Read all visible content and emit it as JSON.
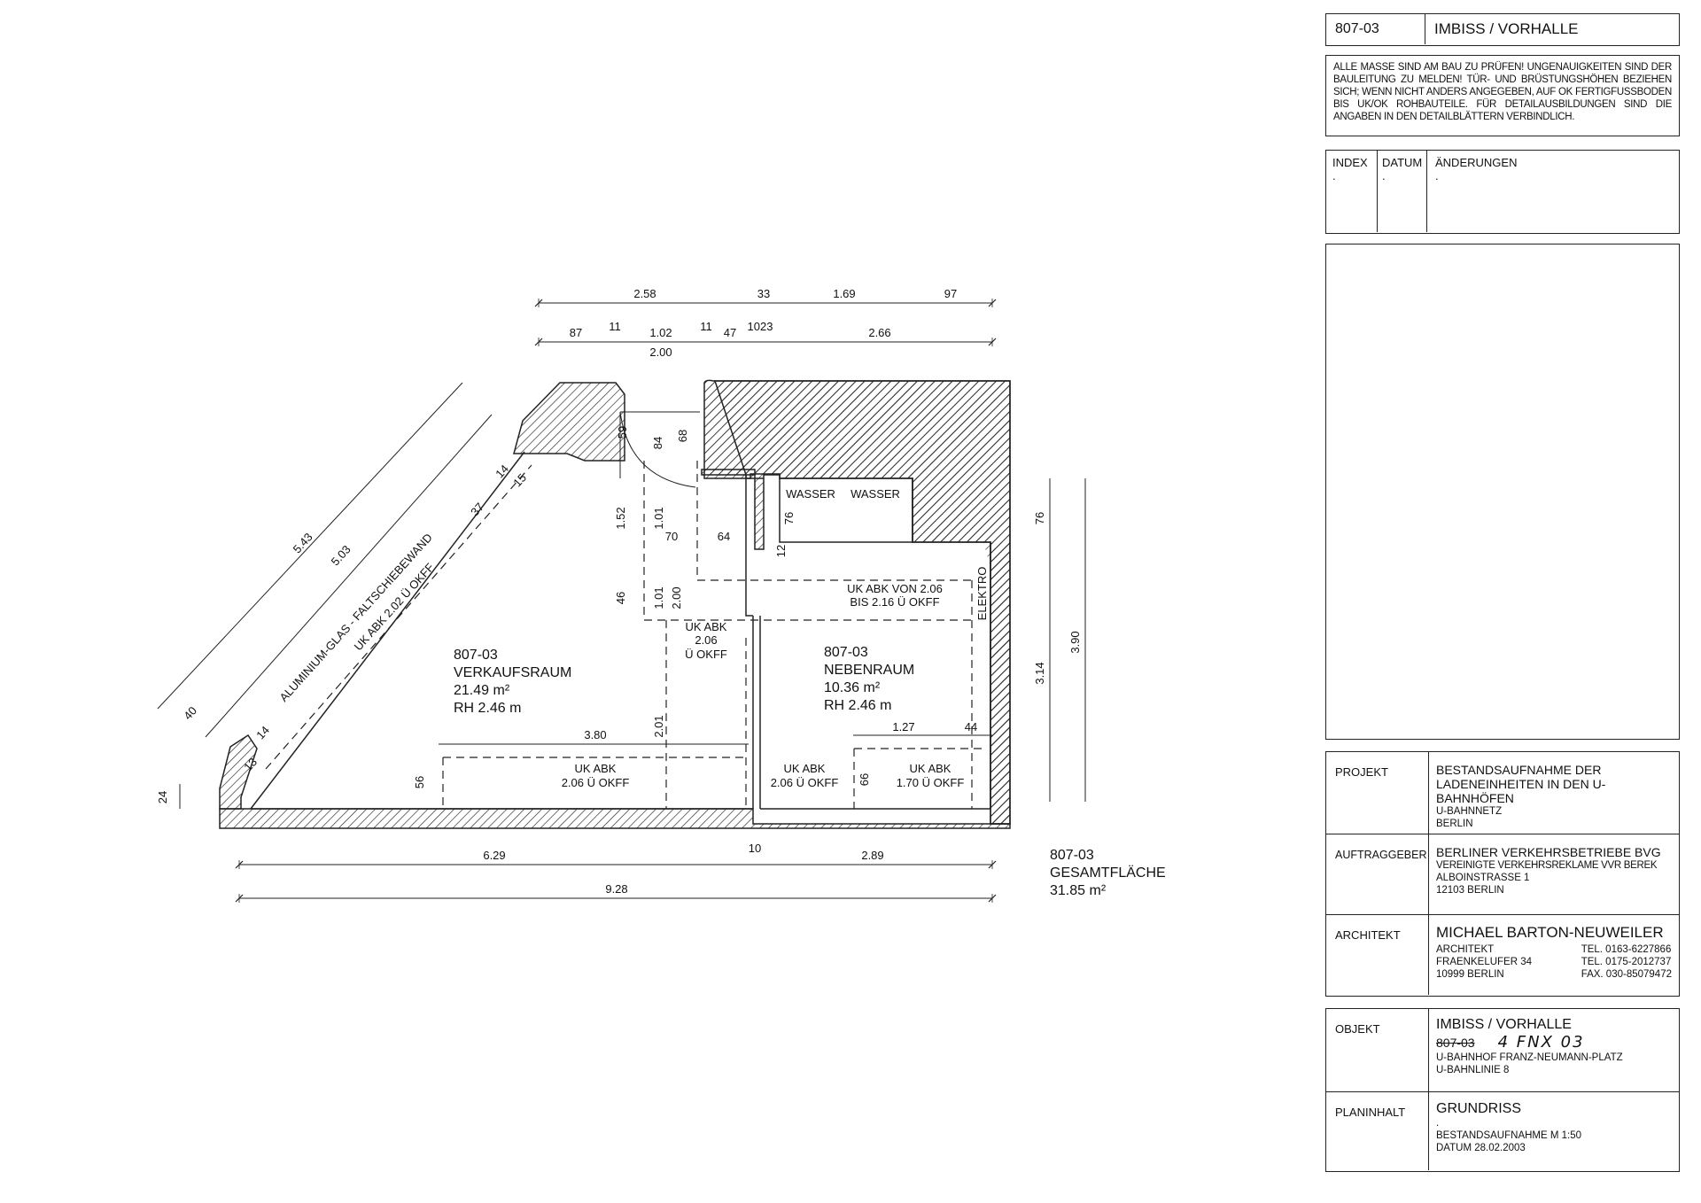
{
  "title_block": {
    "header": {
      "code": "807-03",
      "title": "IMBISS / VORHALLE"
    },
    "notice": "ALLE MASSE SIND AM BAU ZU PRÜFEN! UNGENAUIGKEITEN SIND DER BAULEITUNG ZU MELDEN! TÜR- UND BRÜSTUNGSHÖHEN BEZIEHEN SICH; WENN NICHT ANDERS ANGEGEBEN, AUF OK FERTIGFUSSBODEN BIS UK/OK ROHBAUTEILE. FÜR DETAILAUSBILDUNGEN SIND DIE ANGABEN IN DEN DETAILBLÄTTERN VERBINDLICH.",
    "revisions": {
      "index_label": "INDEX",
      "datum_label": "DATUM",
      "changes_label": "ÄNDERUNGEN",
      "index_value": ".",
      "datum_value": ".",
      "changes_value": "."
    },
    "projekt": {
      "label": "PROJEKT",
      "lines": [
        "BESTANDSAUFNAHME DER",
        "LADENEINHEITEN IN DEN U-BAHNHÖFEN",
        "U-BAHNNETZ",
        "BERLIN"
      ]
    },
    "auftraggeber": {
      "label": "AUFTRAGGEBER",
      "lines": [
        "BERLINER VERKEHRSBETRIEBE BVG",
        "VEREINIGTE VERKEHRSREKLAME VVR BEREK",
        "ALBOINSTRASSE 1",
        "12103 BERLIN"
      ]
    },
    "architekt": {
      "label": "ARCHITEKT",
      "name": "MICHAEL BARTON-NEUWEILER",
      "left_lines": [
        "ARCHITEKT",
        "FRAENKELUFER 34",
        "10999 BERLIN"
      ],
      "right_lines": [
        "TEL. 0163-6227866",
        "TEL. 0175-2012737",
        "FAX. 030-85079472"
      ]
    },
    "objekt": {
      "label": "OBJEKT",
      "title": "IMBISS / VORHALLE",
      "old_code": "807-03",
      "handwritten": "4 FNX 03",
      "lines": [
        "U-BAHNHOF FRANZ-NEUMANN-PLATZ",
        "U-BAHNLINIE 8"
      ]
    },
    "planinhalt": {
      "label": "PLANINHALT",
      "title": "GRUNDRISS",
      "dot": ".",
      "lines": [
        "BESTANDSAUFNAHME  M 1:50",
        "DATUM 28.02.2003"
      ]
    }
  },
  "plan": {
    "rooms": [
      {
        "code": "807-03",
        "name": "VERKAUFSRAUM",
        "area": "21.49 m²",
        "height": "RH 2.46 m"
      },
      {
        "code": "807-03",
        "name": "NEBENRAUM",
        "area": "10.36 m²",
        "height": "RH 2.46 m"
      }
    ],
    "total": {
      "code": "807-03",
      "label": "GESAMTFLÄCHE",
      "area": "31.85 m²"
    },
    "labels": {
      "wall": "ALUMINIUM-GLAS - FALTSCHIEBEWAND",
      "uk_diag": "UK ABK 2.02 Ü OKFF",
      "wasser1": "WASSER",
      "wasser2": "WASSER",
      "uk_von_1": "UK ABK VON 2.06",
      "uk_von_2": "BIS 2.16 Ü OKFF",
      "elektro": "ELEKTRO",
      "uk_mid_1": "UK ABK",
      "uk_mid_2": "2.06",
      "uk_mid_3": "Ü OKFF",
      "uk_a1": "UK ABK",
      "uk_a2": "2.06 Ü OKFF",
      "uk_b1": "UK ABK",
      "uk_b2": "2.06 Ü OKFF",
      "uk_c1": "UK ABK",
      "uk_c2": "1.70 Ü OKFF"
    },
    "dims": {
      "top1": [
        "2.58",
        "33",
        "1.69",
        "97"
      ],
      "top2": [
        "87",
        "11",
        "1.02",
        "11",
        "47",
        "1023",
        "2.66"
      ],
      "top2_sub": "2.00",
      "bottom1": [
        "6.29",
        "10",
        "2.89"
      ],
      "bottom2": "9.28",
      "diag": [
        "5.43",
        "5.03",
        "40",
        "37",
        "14",
        "15",
        "14",
        "13"
      ],
      "right": [
        "76",
        "3.14",
        "3.90"
      ],
      "interior": [
        "59",
        "84",
        "68",
        "1.52",
        "1.01",
        "46",
        "1.01",
        "2.00",
        "70",
        "64",
        "76",
        "12",
        "2.01",
        "3.80",
        "56",
        "1.27",
        "44",
        "66",
        "24"
      ]
    }
  }
}
